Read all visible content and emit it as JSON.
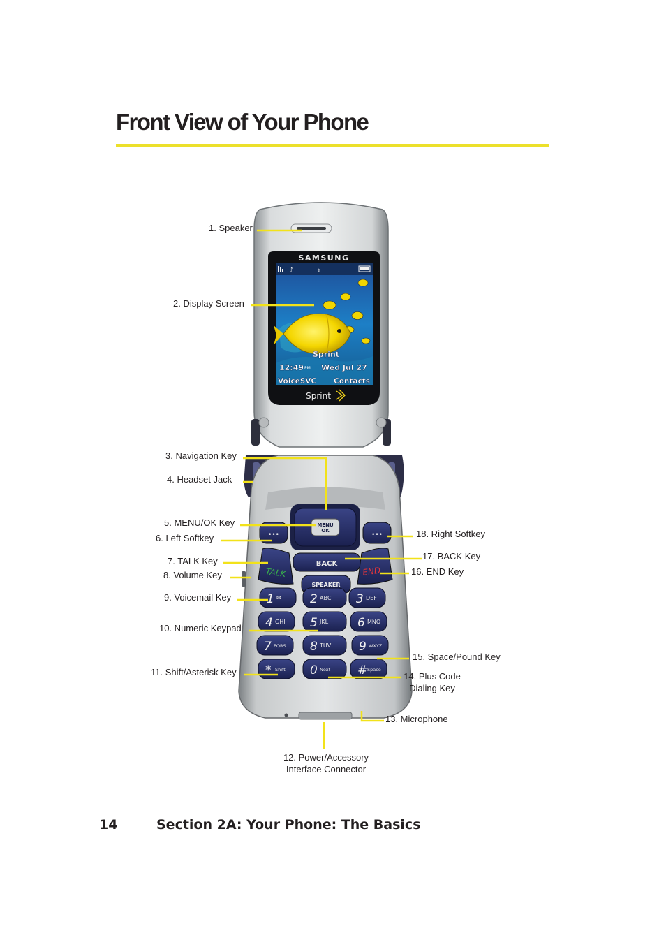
{
  "page": {
    "title": "Front View of Your Phone",
    "footer_page_number": "14",
    "footer_section": "Section 2A: Your Phone: The Basics"
  },
  "phone": {
    "brand": "SAMSUNG",
    "carrier_logo": "Sprint",
    "screen": {
      "carrier": "Sprint",
      "time": "12:49",
      "ampm": "PM",
      "date": "Wed Jul 27",
      "left_softkey": "VoiceSVC",
      "right_softkey": "Contacts"
    },
    "keys": {
      "menu_line1": "MENU",
      "menu_line2": "OK",
      "back": "BACK",
      "talk": "TALK",
      "end": "END",
      "speaker": "SPEAKER",
      "softkey_dots": "•••",
      "keypad": [
        {
          "digit": "1",
          "letters": "✉"
        },
        {
          "digit": "2",
          "letters": "ABC"
        },
        {
          "digit": "3",
          "letters": "DEF"
        },
        {
          "digit": "4",
          "letters": "GHI"
        },
        {
          "digit": "5",
          "letters": "JKL"
        },
        {
          "digit": "6",
          "letters": "MNO"
        },
        {
          "digit": "7",
          "letters": "PQRS"
        },
        {
          "digit": "8",
          "letters": "TUV"
        },
        {
          "digit": "9",
          "letters": "WXYZ"
        },
        {
          "digit": "*",
          "letters": "Shift"
        },
        {
          "digit": "0",
          "letters": "Next"
        },
        {
          "digit": "#",
          "letters": "Space"
        }
      ]
    }
  },
  "callouts": {
    "c1": "1. Speaker",
    "c2": "2. Display Screen",
    "c3": "3. Navigation Key",
    "c4": "4. Headset Jack",
    "c5": "5. MENU/OK Key",
    "c6": "6. Left Softkey",
    "c7": "7. TALK Key",
    "c8": "8. Volume Key",
    "c9": "9. Voicemail Key",
    "c10": "10. Numeric Keypad",
    "c11": "11. Shift/Asterisk Key",
    "c12_line1": "12. Power/Accessory",
    "c12_line2": "Interface Connector",
    "c13": "13. Microphone",
    "c14_line1": "14. Plus Code",
    "c14_line2": "Dialing Key",
    "c15": "15. Space/Pound Key",
    "c16": "16. END Key",
    "c17": "17. BACK Key",
    "c18": "18. Right Softkey"
  },
  "colors": {
    "rule": "#ece02a",
    "leader": "#f2e21a",
    "phone_silver": "#c8ccce",
    "key_blue": "#232a5e",
    "screen_water": "#1d6fb8"
  }
}
